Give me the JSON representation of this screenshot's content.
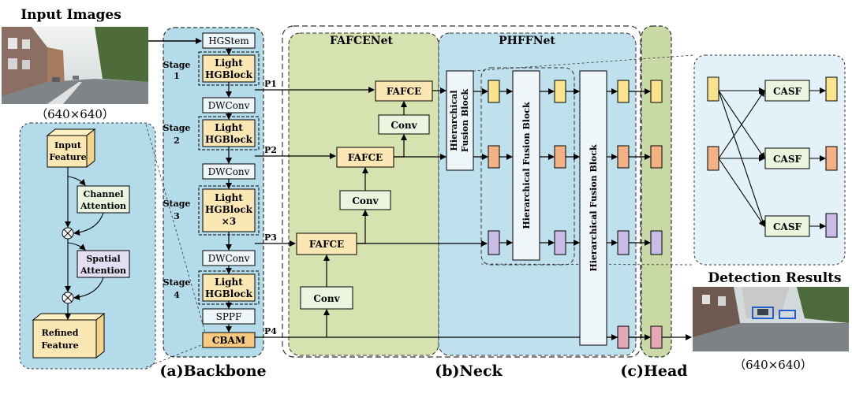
{
  "input": {
    "title": "Input Images",
    "size": "（640×640）"
  },
  "backbone": {
    "label": "(a)Backbone",
    "hgstem": "HGStem",
    "stage1": "Stage 1",
    "stage2": "Stage 2",
    "stage3": "Stage 3",
    "stage4": "Stage 4",
    "light": "Light",
    "hgblock": "HGBlock",
    "hgblock_x3": "×3",
    "dwconv": "DWConv",
    "sppf": "SPPF",
    "cbam": "CBAM",
    "p1": "P1",
    "p2": "P2",
    "p3": "P3",
    "p4": "P4"
  },
  "cbam_detail": {
    "input_feature_1": "Input",
    "input_feature_2": "Feature",
    "channel_attention_1": "Channel",
    "channel_attention_2": "Attention",
    "spatial_attention_1": "Spatial",
    "spatial_attention_2": "Attention",
    "refined_feature_1": "Refined",
    "refined_feature_2": "Feature"
  },
  "neck": {
    "label": "(b)Neck",
    "fafcenet": "FAFCENet",
    "phffnet": "PHFFNet",
    "fafce": "FAFCE",
    "conv": "Conv",
    "hier_fusion_1": "Hierarchical",
    "hier_fusion_2": "Fusion Block",
    "hier_fusion": "Hierarchical Fusion Block"
  },
  "head": {
    "label": "(c)Head"
  },
  "casf_detail": {
    "casf": "CASF"
  },
  "results": {
    "title": "Detection Results",
    "size": "（640×640）"
  },
  "colors": {
    "backbone_bg": "#b4dbea",
    "neck_green": "#d6e2b0",
    "neck_blue": "#bfe1ee",
    "head_green": "#cadaa6",
    "casf_panel": "#e3f2f8",
    "block_yellow": "#fbe7b3",
    "block_green": "#eaf4de",
    "block_white": "#eef6fa",
    "feat_yellow": "#fbe28c",
    "feat_orange": "#f4b183",
    "feat_purple": "#c9bde8",
    "feat_pink": "#e2a8b6"
  }
}
